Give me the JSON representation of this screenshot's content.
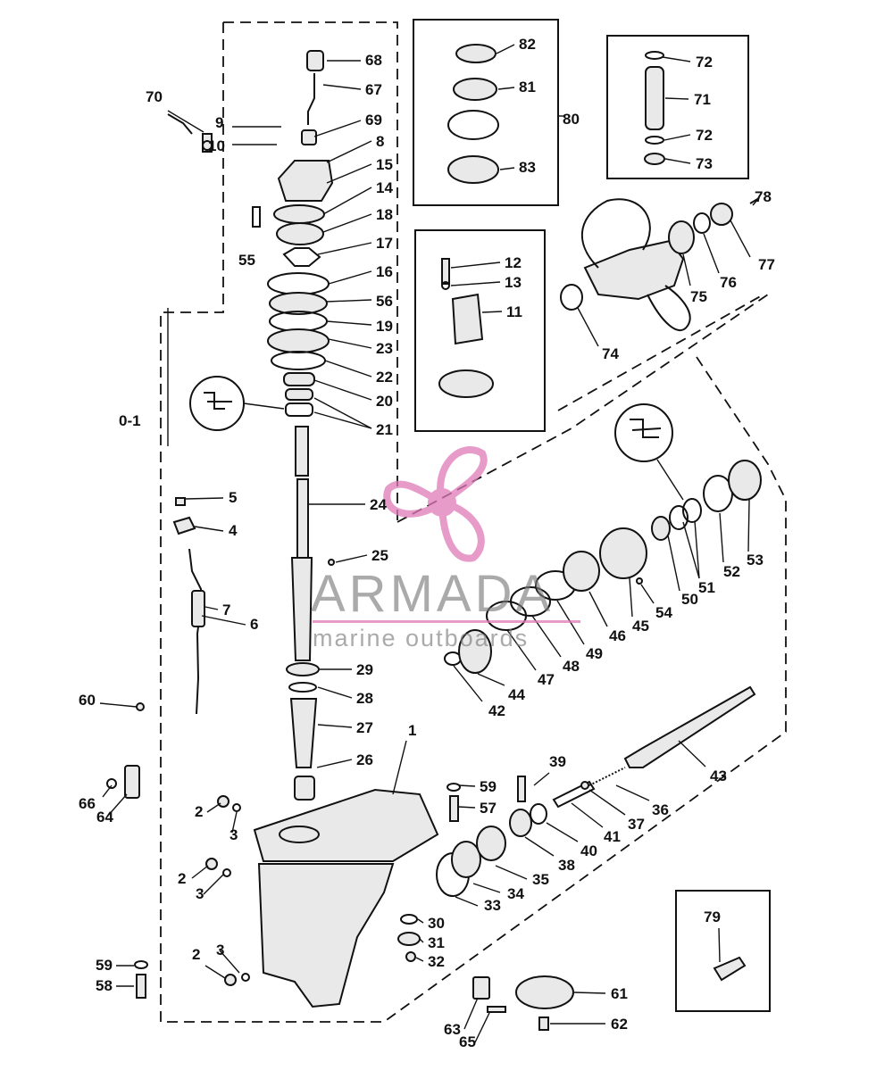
{
  "callouts": [
    {
      "id": "c-68",
      "text": "68"
    },
    {
      "id": "c-67",
      "text": "67"
    },
    {
      "id": "c-70",
      "text": "70"
    },
    {
      "id": "c-9",
      "text": "9"
    },
    {
      "id": "c-69",
      "text": "69"
    },
    {
      "id": "c-10",
      "text": "10"
    },
    {
      "id": "c-8",
      "text": "8"
    },
    {
      "id": "c-15",
      "text": "15"
    },
    {
      "id": "c-14",
      "text": "14"
    },
    {
      "id": "c-18",
      "text": "18"
    },
    {
      "id": "c-55",
      "text": "55"
    },
    {
      "id": "c-17",
      "text": "17"
    },
    {
      "id": "c-16",
      "text": "16"
    },
    {
      "id": "c-56",
      "text": "56"
    },
    {
      "id": "c-19",
      "text": "19"
    },
    {
      "id": "c-23",
      "text": "23"
    },
    {
      "id": "c-22",
      "text": "22"
    },
    {
      "id": "c-20",
      "text": "20"
    },
    {
      "id": "c-21",
      "text": "21"
    },
    {
      "id": "c-0-1",
      "text": "0-1"
    },
    {
      "id": "c-5",
      "text": "5"
    },
    {
      "id": "c-24",
      "text": "24"
    },
    {
      "id": "c-4",
      "text": "4"
    },
    {
      "id": "c-25",
      "text": "25"
    },
    {
      "id": "c-7",
      "text": "7"
    },
    {
      "id": "c-6",
      "text": "6"
    },
    {
      "id": "c-29",
      "text": "29"
    },
    {
      "id": "c-28",
      "text": "28"
    },
    {
      "id": "c-60",
      "text": "60"
    },
    {
      "id": "c-27",
      "text": "27"
    },
    {
      "id": "c-1",
      "text": "1"
    },
    {
      "id": "c-26",
      "text": "26"
    },
    {
      "id": "c-66",
      "text": "66"
    },
    {
      "id": "c-64",
      "text": "64"
    },
    {
      "id": "c-2a",
      "text": "2"
    },
    {
      "id": "c-3a",
      "text": "3"
    },
    {
      "id": "c-59a",
      "text": "59"
    },
    {
      "id": "c-57",
      "text": "57"
    },
    {
      "id": "c-2b",
      "text": "2"
    },
    {
      "id": "c-3b",
      "text": "3"
    },
    {
      "id": "c-33",
      "text": "33"
    },
    {
      "id": "c-34",
      "text": "34"
    },
    {
      "id": "c-35",
      "text": "35"
    },
    {
      "id": "c-30",
      "text": "30"
    },
    {
      "id": "c-31",
      "text": "31"
    },
    {
      "id": "c-59b",
      "text": "59"
    },
    {
      "id": "c-2c",
      "text": "2"
    },
    {
      "id": "c-3c",
      "text": "3"
    },
    {
      "id": "c-32",
      "text": "32"
    },
    {
      "id": "c-58",
      "text": "58"
    },
    {
      "id": "c-61",
      "text": "61"
    },
    {
      "id": "c-63",
      "text": "63"
    },
    {
      "id": "c-65",
      "text": "65"
    },
    {
      "id": "c-62",
      "text": "62"
    },
    {
      "id": "c-82",
      "text": "82"
    },
    {
      "id": "c-81",
      "text": "81"
    },
    {
      "id": "c-80",
      "text": "80"
    },
    {
      "id": "c-83",
      "text": "83"
    },
    {
      "id": "c-72a",
      "text": "72"
    },
    {
      "id": "c-71",
      "text": "71"
    },
    {
      "id": "c-72b",
      "text": "72"
    },
    {
      "id": "c-73",
      "text": "73"
    },
    {
      "id": "c-78",
      "text": "78"
    },
    {
      "id": "c-12",
      "text": "12"
    },
    {
      "id": "c-13",
      "text": "13"
    },
    {
      "id": "c-11",
      "text": "11"
    },
    {
      "id": "c-77",
      "text": "77"
    },
    {
      "id": "c-75",
      "text": "75"
    },
    {
      "id": "c-76",
      "text": "76"
    },
    {
      "id": "c-74",
      "text": "74"
    },
    {
      "id": "c-53",
      "text": "53"
    },
    {
      "id": "c-52",
      "text": "52"
    },
    {
      "id": "c-51",
      "text": "51"
    },
    {
      "id": "c-50",
      "text": "50"
    },
    {
      "id": "c-54",
      "text": "54"
    },
    {
      "id": "c-45",
      "text": "45"
    },
    {
      "id": "c-46",
      "text": "46"
    },
    {
      "id": "c-49",
      "text": "49"
    },
    {
      "id": "c-48",
      "text": "48"
    },
    {
      "id": "c-47",
      "text": "47"
    },
    {
      "id": "c-44",
      "text": "44"
    },
    {
      "id": "c-42",
      "text": "42"
    },
    {
      "id": "c-43",
      "text": "43"
    },
    {
      "id": "c-39",
      "text": "39"
    },
    {
      "id": "c-36",
      "text": "36"
    },
    {
      "id": "c-37",
      "text": "37"
    },
    {
      "id": "c-41",
      "text": "41"
    },
    {
      "id": "c-40",
      "text": "40"
    },
    {
      "id": "c-38",
      "text": "38"
    },
    {
      "id": "c-79",
      "text": "79"
    }
  ],
  "watermark": {
    "title": "ARMADA",
    "subtitle": "marine outboards",
    "accent_color": "#e07ab8",
    "text_color": "#7b7b7b"
  }
}
